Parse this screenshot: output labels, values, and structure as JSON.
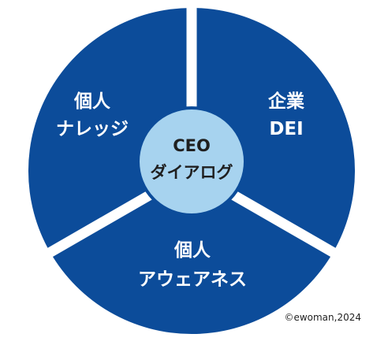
{
  "diagram": {
    "segments": [
      {
        "line1": "個人",
        "line2": "ナレッジ"
      },
      {
        "line1": "企業",
        "line2": "DEI"
      },
      {
        "line1": "個人",
        "line2": "アウェアネス"
      }
    ],
    "center": {
      "line1": "CEO",
      "line2": "ダイアログ"
    },
    "colors": {
      "segment": "#0c4c9a",
      "center": "#a7d3ef",
      "center_border": "#0c4c9a",
      "divider": "#ffffff"
    }
  },
  "credit": "©ewoman,2024"
}
